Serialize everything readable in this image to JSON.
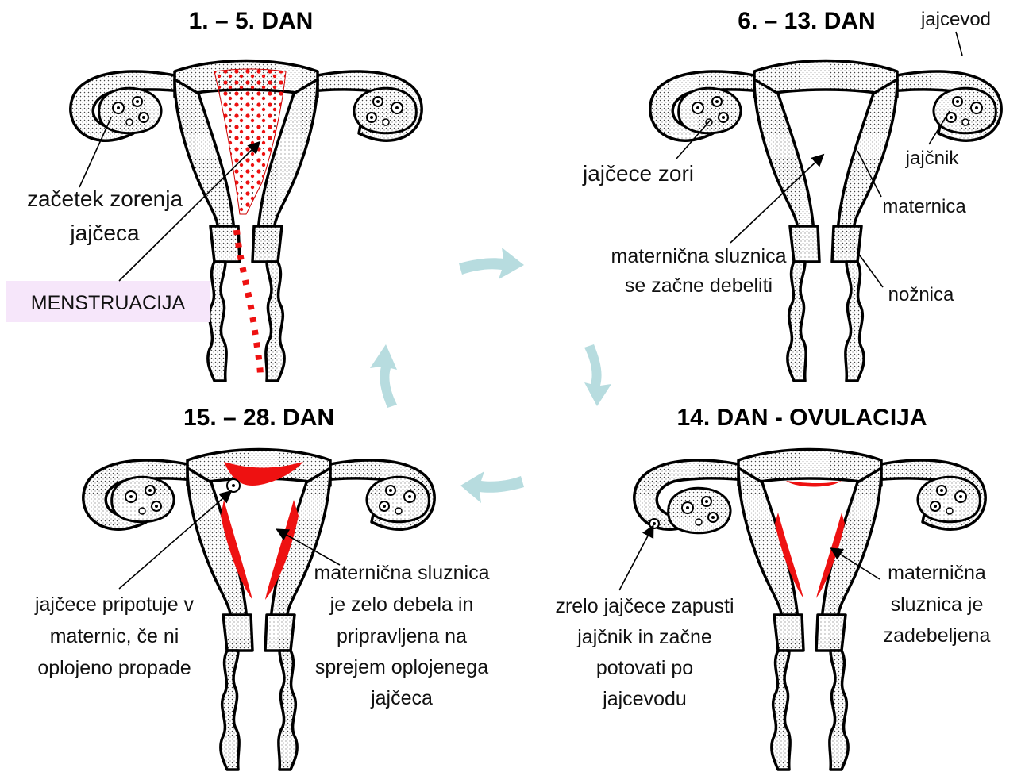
{
  "panels": {
    "top_left": {
      "title": "1. – 5. DAN",
      "label_oocyte": [
        "začetek zorenja",
        "jajčeca"
      ],
      "label_menstruation": "MENSTRUACIJA"
    },
    "top_right": {
      "title": "6. – 13. DAN",
      "label_tube": "jajcevod",
      "label_ovary": "jajčnik",
      "label_uterus": "maternica",
      "label_vagina": "nožnica",
      "label_egg": "jajčece zori",
      "label_lining": [
        "maternična sluznica",
        "se začne debeliti"
      ]
    },
    "bottom_left": {
      "title": "15. – 28. DAN",
      "label_egg": [
        "jajčece pripotuje v",
        "maternic, če ni",
        "oplojeno propade"
      ],
      "label_lining": [
        "maternična sluznica",
        "je zelo debela in",
        "pripravljena na",
        "sprejem oplojenega",
        "jajčeca"
      ]
    },
    "bottom_right": {
      "title": "14. DAN - OVULACIJA",
      "label_egg": [
        "zrelo jajčece zapusti",
        "jajčnik in začne",
        "potovati po",
        "jajcevodu"
      ],
      "label_lining": [
        "maternična",
        "sluznica je",
        "zadebeljena"
      ]
    }
  },
  "colors": {
    "blood_red": "#ee1111",
    "cycle_arrow": "#b7dcdf",
    "menstruation_box": "#f6e6fa"
  }
}
